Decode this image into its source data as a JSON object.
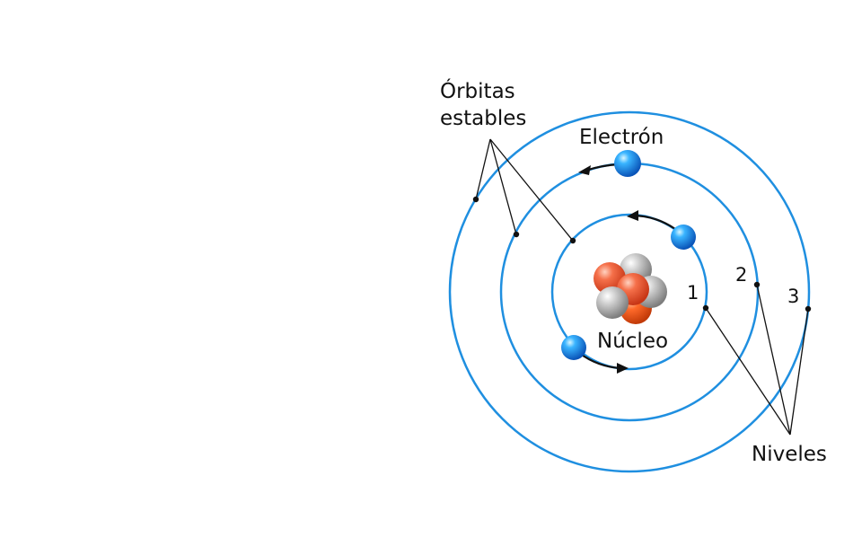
{
  "labels": {
    "orbits_line1": "Órbitas",
    "orbits_line2": "estables",
    "electron": "Electrón",
    "nucleus": "Núcleo",
    "levels": "Niveles",
    "level_numbers": [
      "1",
      "2",
      "3"
    ]
  },
  "colors": {
    "orbit": "#1f8fe0",
    "electron": "#1e7fe0",
    "proton": "#f0603c",
    "neutron": "#b8b8b8",
    "leader": "#111111"
  }
}
